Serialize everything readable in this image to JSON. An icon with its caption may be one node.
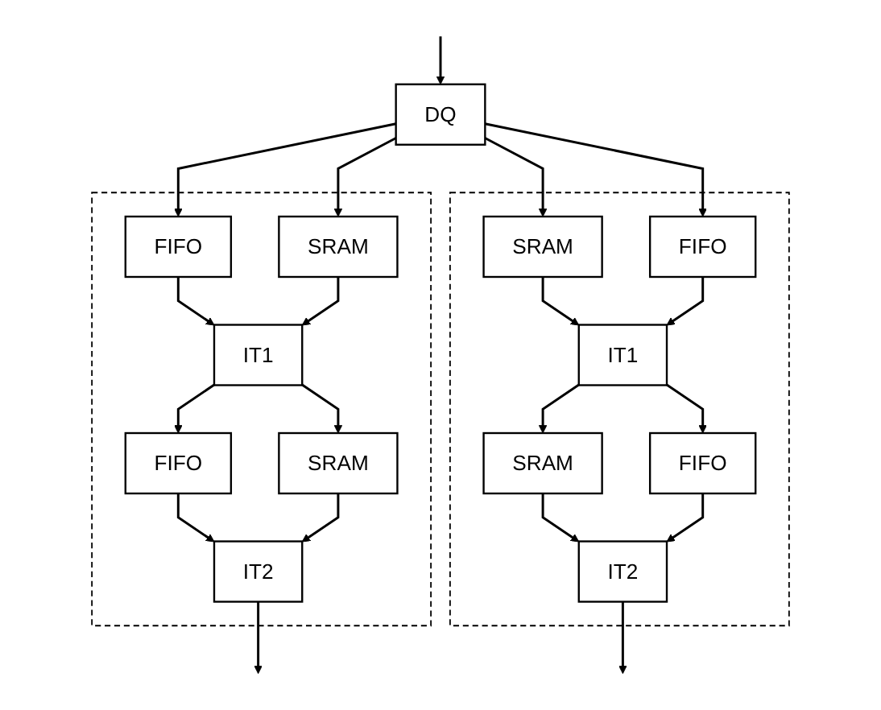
{
  "diagram": {
    "nodes": [
      {
        "text": [
          "DQ"
        ]
      },
      {
        "text": [],
        "shape": "box"
      },
      {
        "text": [
          "FIFO"
        ],
        "in": 1
      },
      {
        "text": [
          "SRAM"
        ],
        "in": 1
      },
      {
        "text": [
          "IT1"
        ],
        "in": 1
      },
      {
        "text": [
          "FIFO"
        ],
        "in": 1
      },
      {
        "text": [
          "SRAM"
        ],
        "in": 1
      },
      {
        "text": [
          "IT2"
        ],
        "in": 1
      },
      {
        "text": [],
        "shape": "box"
      },
      {
        "text": [
          "SRAM"
        ],
        "in": 8
      },
      {
        "text": [
          "FIFO"
        ],
        "in": 8
      },
      {
        "text": [
          "IT1"
        ],
        "in": 8
      },
      {
        "text": [
          "SRAM"
        ],
        "in": 8
      },
      {
        "text": [
          "FIFO"
        ],
        "in": 8
      },
      {
        "text": [
          "IT2"
        ],
        "in": 8
      }
    ],
    "edges": [
      {
        "from": null,
        "to": 0,
        "arrow": "to"
      },
      {
        "from": 0,
        "to": 2,
        "arrow": "to"
      },
      {
        "from": 0,
        "to": 3,
        "arrow": "to"
      },
      {
        "from": 0,
        "to": 9,
        "arrow": "to"
      },
      {
        "from": 0,
        "to": 10,
        "arrow": "to"
      },
      {
        "from": 2,
        "to": 4,
        "arrow": "to"
      },
      {
        "from": 3,
        "to": 4,
        "arrow": "to"
      },
      {
        "from": 4,
        "to": 5,
        "arrow": "to"
      },
      {
        "from": 4,
        "to": 6,
        "arrow": "to"
      },
      {
        "from": 5,
        "to": 7,
        "arrow": "to"
      },
      {
        "from": 6,
        "to": 7,
        "arrow": "to"
      },
      {
        "from": 7,
        "to": null,
        "arrow": "to"
      },
      {
        "from": 9,
        "to": 11,
        "arrow": "to"
      },
      {
        "from": 10,
        "to": 11,
        "arrow": "to"
      },
      {
        "from": 11,
        "to": 12,
        "arrow": "to"
      },
      {
        "from": 11,
        "to": 13,
        "arrow": "to"
      },
      {
        "from": 12,
        "to": 14,
        "arrow": "to"
      },
      {
        "from": 13,
        "to": 14,
        "arrow": "to"
      },
      {
        "from": 14,
        "to": null,
        "arrow": "to"
      }
    ]
  }
}
